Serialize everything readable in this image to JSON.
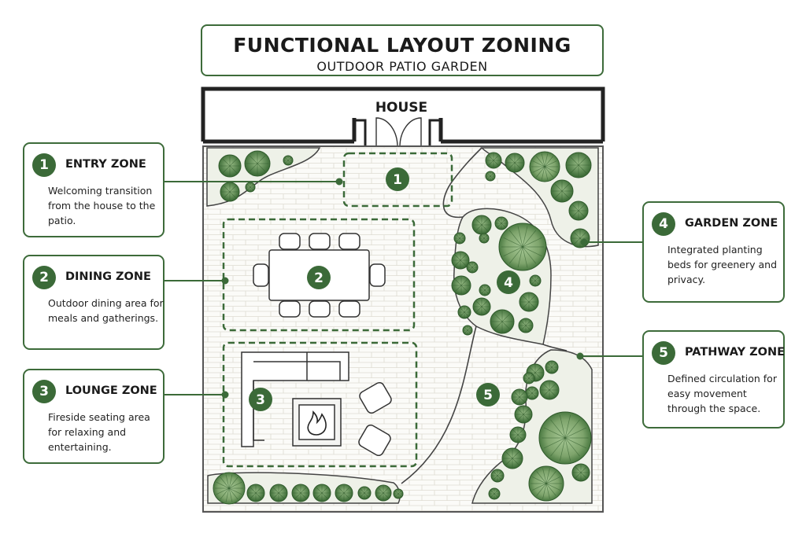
{
  "title": {
    "main": "FUNCTIONAL LAYOUT ZONING",
    "subtitle": "OUTDOOR PATIO GARDEN"
  },
  "house_label": "HOUSE",
  "zones": [
    {
      "number": "1",
      "title": "ENTRY ZONE",
      "description": "Welcoming transition from the house to the patio."
    },
    {
      "number": "2",
      "title": "DINING ZONE",
      "description": "Outdoor dining area for meals and gatherings."
    },
    {
      "number": "3",
      "title": "LOUNGE ZONE",
      "description": "Fireside seating area for relaxing and entertaining."
    },
    {
      "number": "4",
      "title": "GARDEN ZONE",
      "description": "Integrated planting beds for greenery and privacy."
    },
    {
      "number": "5",
      "title": "PATHWAY ZONE",
      "description": "Defined circulation for easy movement through the space."
    }
  ],
  "colors": {
    "accent_green": "#3b6a38",
    "border_green": "#3d6b3a",
    "plant_light": "#8bb27c",
    "plant_dark": "#4f7d45",
    "paving": "#fbfbf8",
    "paving_lines": "#dcdcd4",
    "bed_fill": "#eef1e8"
  },
  "icons": [
    "fire-icon",
    "tree-icon",
    "shrub-icon",
    "chair-icon",
    "table-icon",
    "sofa-icon",
    "door-icon"
  ]
}
